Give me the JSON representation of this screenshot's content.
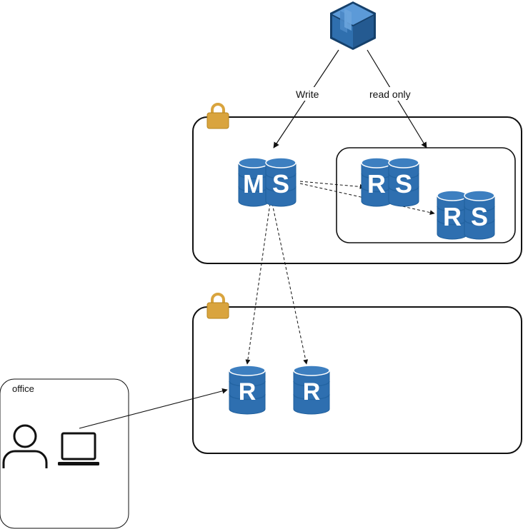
{
  "colors": {
    "db_dark": "#1f5f9c",
    "db_top": "#3d7fc0",
    "db_body": "#2e6fb0",
    "db_rim": "#ffffff",
    "lock": "#d9a43e",
    "lock_dark": "#b8861f",
    "box_stroke": "#111111",
    "edge": "#111111",
    "server_cube": "#2f6fae"
  },
  "edges": {
    "write_label": "Write",
    "read_label": "read only"
  },
  "master": {
    "letters": [
      "M",
      "S"
    ]
  },
  "replicas_private": [
    {
      "letters": [
        "R",
        "S"
      ]
    },
    {
      "letters": [
        "R",
        "S"
      ]
    }
  ],
  "replicas_office": [
    {
      "letters": [
        "R"
      ]
    },
    {
      "letters": [
        "R"
      ]
    }
  ],
  "office": {
    "label": "office"
  },
  "icons": {
    "server": "server-cube-icon",
    "lock": "padlock-icon",
    "person": "person-icon",
    "laptop": "laptop-icon",
    "database": "database-cylinder-icon"
  }
}
